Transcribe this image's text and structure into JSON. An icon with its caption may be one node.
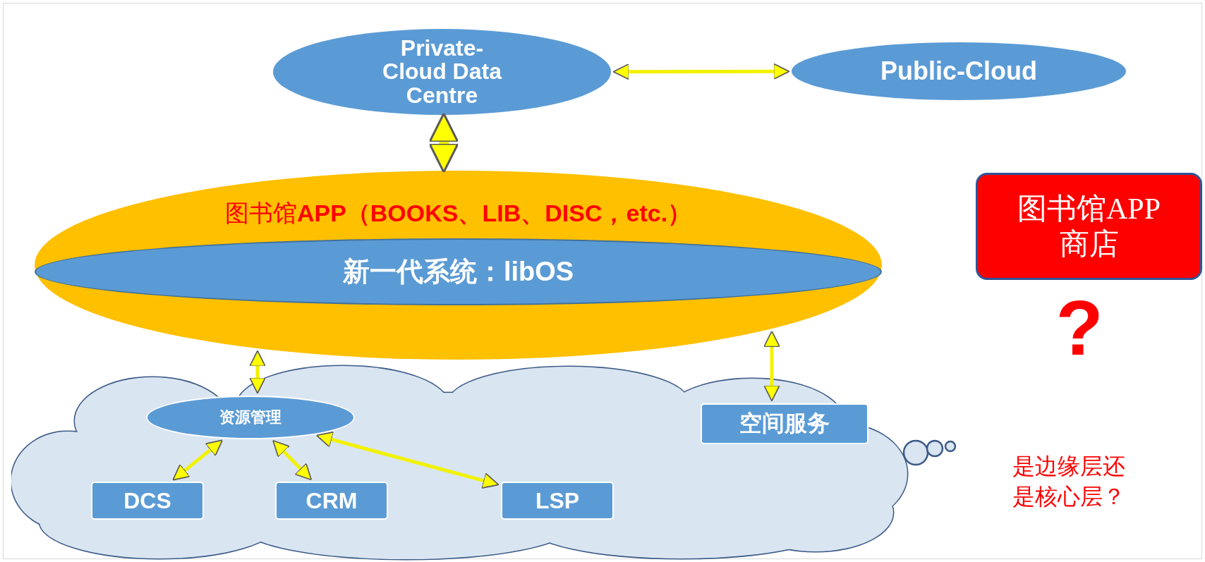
{
  "diagram": {
    "nodes": [
      {
        "text": [
          "Private-Cloud Data Centre"
        ]
      },
      {
        "text": [
          "Public-Cloud"
        ]
      },
      {
        "text": [
          "图书馆**APP（BOOKS、LIB、DISC，etc.）**"
        ]
      },
      {
        "text": [
          "新一代系统：libOS"
        ],
        "in": 2
      },
      {
        "text": [],
        "shape": "cloud"
      },
      {
        "text": [
          "资源管理"
        ],
        "in": 4
      },
      {
        "text": [
          "空间服务"
        ],
        "in": 4
      },
      {
        "text": [
          "DCS"
        ],
        "in": 4
      },
      {
        "text": [
          "CRM"
        ],
        "in": 4
      },
      {
        "text": [
          "LSP"
        ],
        "in": 4
      },
      {
        "text": [
          "图书馆APP商店"
        ]
      }
    ],
    "edges": [
      {
        "from": 0,
        "to": 1,
        "arrow": "both"
      },
      {
        "from": 0,
        "to": 2,
        "arrow": "both",
        "style": "thick"
      },
      {
        "from": 2,
        "to": 5,
        "arrow": "both"
      },
      {
        "from": 2,
        "to": 6,
        "arrow": "both"
      },
      {
        "from": 5,
        "to": 7,
        "arrow": "both"
      },
      {
        "from": 5,
        "to": 8,
        "arrow": "both"
      },
      {
        "from": 5,
        "to": 9,
        "arrow": "both"
      }
    ],
    "labels": [
      "?",
      "是边缘层还是核心层？"
    ]
  }
}
